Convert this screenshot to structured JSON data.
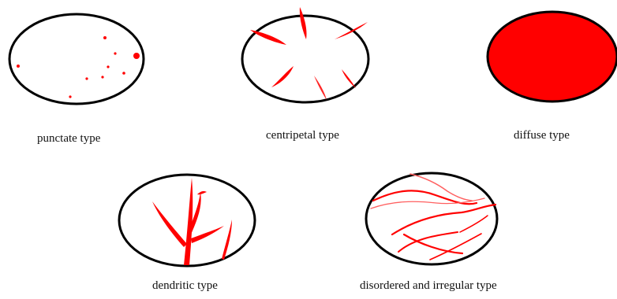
{
  "colors": {
    "vessel": "#ff0000",
    "outline": "#000000"
  },
  "labels": {
    "punctate": "punctate type",
    "centripetal": "centripetal type",
    "diffuse": "diffuse type",
    "dendritic": "dendritic type",
    "disordered": "disordered and irregular type"
  }
}
